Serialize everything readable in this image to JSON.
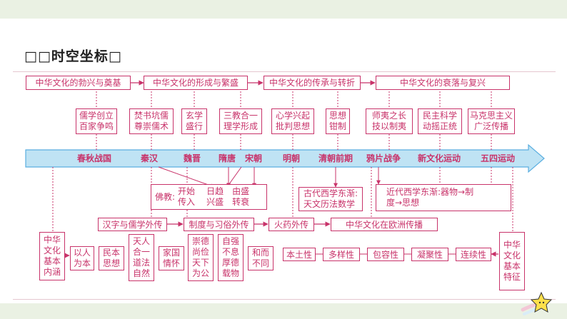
{
  "title": "时空坐标",
  "title_prefix_glyphs": "□□",
  "title_suffix_glyph": "□",
  "top_stages": [
    "中华文化的勃兴与奠基",
    "中华文化的形成与繁盛",
    "中华文化的传承与转折",
    "中华文化的衰落与复兴"
  ],
  "upper_boxes": [
    [
      "儒学创立",
      "百家争鸣"
    ],
    [
      "焚书坑儒",
      "尊崇儒术"
    ],
    [
      "玄学",
      "盛行"
    ],
    [
      "三教合一",
      "理学形成"
    ],
    [
      "心学兴起",
      "批判思想"
    ],
    [
      "思想",
      "钳制"
    ],
    [
      "师夷之长",
      "技以制夷"
    ],
    [
      "民主科学",
      "动摇正统"
    ],
    [
      "马克思主义",
      "广泛传播"
    ]
  ],
  "timeline": [
    "春秋战国",
    "秦汉",
    "魏晋",
    "隋唐",
    "宋朝",
    "明朝",
    "清朝前期",
    "鸦片战争",
    "新文化运动",
    "五四运动"
  ],
  "buddhism": {
    "label": "佛教:",
    "stages": [
      [
        "开始",
        "传入"
      ],
      [
        "日趋",
        "兴盛"
      ],
      [
        "由盛",
        "转衰"
      ]
    ]
  },
  "west_east_early": [
    "古代西学东渐:",
    "天文历法数学"
  ],
  "west_east_modern": [
    "近代西学东渐:器物→制",
    "度→思想"
  ],
  "spread": [
    "汉字与儒学外传",
    "制度与习俗外传",
    "火药外传",
    "中华文化在欧洲传播"
  ],
  "connotation": {
    "title": [
      "中华",
      "文化",
      "基本",
      "内涵"
    ],
    "items": [
      [
        "以人",
        "为本"
      ],
      [
        "民本",
        "思想"
      ],
      [
        "天人",
        "合一",
        "道法",
        "自然"
      ],
      [
        "家国",
        "情怀"
      ],
      [
        "崇德",
        "尚俭",
        "天下",
        "为公"
      ],
      [
        "自强",
        "不息",
        "厚德",
        "载物"
      ],
      [
        "和而",
        "不同"
      ]
    ]
  },
  "features": {
    "title": [
      "中华",
      "文化",
      "基本",
      "特征"
    ],
    "items": [
      "本土性",
      "多样性",
      "包容性",
      "凝聚性",
      "连续性"
    ]
  },
  "colors": {
    "accent": "#c8336a",
    "arrow_fill": "#bfe3f4",
    "arrow_stroke": "#5aaee0",
    "band": "#eaf1e3"
  }
}
